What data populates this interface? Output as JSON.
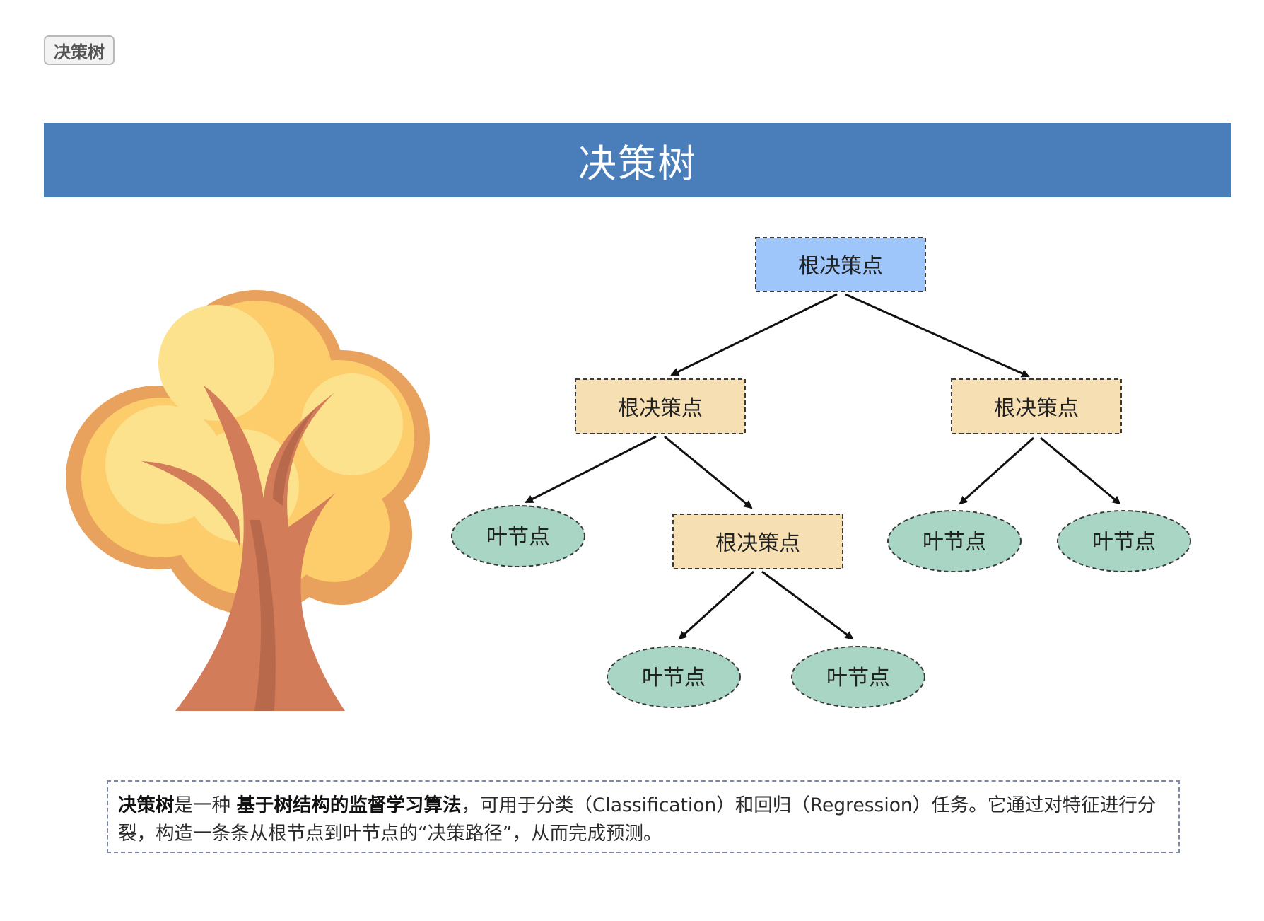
{
  "tag": {
    "label": "决策树"
  },
  "banner": {
    "title": "决策树"
  },
  "diagram": {
    "nodes": [
      {
        "id": "root",
        "kind": "decision-root",
        "label": "根决策点"
      },
      {
        "id": "dl",
        "kind": "decision",
        "label": "根决策点"
      },
      {
        "id": "dr",
        "kind": "decision",
        "label": "根决策点"
      },
      {
        "id": "leaf1",
        "kind": "leaf",
        "label": "叶节点"
      },
      {
        "id": "dm",
        "kind": "decision",
        "label": "根决策点"
      },
      {
        "id": "leaf2",
        "kind": "leaf",
        "label": "叶节点"
      },
      {
        "id": "leaf3",
        "kind": "leaf",
        "label": "叶节点"
      },
      {
        "id": "leaf4",
        "kind": "leaf",
        "label": "叶节点"
      },
      {
        "id": "leaf5",
        "kind": "leaf",
        "label": "叶节点"
      }
    ],
    "edges": [
      {
        "from": "root",
        "to": "dl"
      },
      {
        "from": "root",
        "to": "dr"
      },
      {
        "from": "dl",
        "to": "leaf1"
      },
      {
        "from": "dl",
        "to": "dm"
      },
      {
        "from": "dr",
        "to": "leaf2"
      },
      {
        "from": "dr",
        "to": "leaf3"
      },
      {
        "from": "dm",
        "to": "leaf4"
      },
      {
        "from": "dm",
        "to": "leaf5"
      }
    ],
    "colors": {
      "root_fill": "#9ec6fb",
      "decision_fill": "#f6dfb2",
      "leaf_fill": "#a9d5c4",
      "border": "#3a3a3a",
      "arrow": "#111111"
    }
  },
  "description": {
    "term": "决策树",
    "text1": "是一种 ",
    "emphasis": "基于树结构的监督学习算法",
    "text2": "，可用于分类（Classification）和回归（Regression）任务。它通过对特征进行分裂，构造一条条从根节点到叶节点的“决策路径”，从而完成预测。"
  },
  "illustration": {
    "icon": "tree-icon"
  },
  "colors": {
    "banner": "#4a7ebb",
    "tree_light": "#fde28e",
    "tree_mid": "#fccd6a",
    "tree_dark": "#e9a25d",
    "trunk": "#d27c59",
    "trunk_dark": "#b9694b"
  }
}
